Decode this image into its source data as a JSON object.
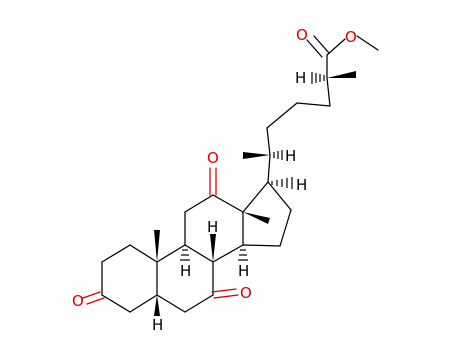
{
  "molecule": {
    "atom_labels": {
      "carbonyl_ester_o": "O",
      "ester_o": "O",
      "c2_h": "H",
      "c20_h": "H",
      "c17_h": "H",
      "c12_o": "O",
      "c8_h": "H",
      "c9_h": "H",
      "c14_h": "H",
      "c3_o": "O",
      "c7_o": "O",
      "c5_h": "H"
    },
    "colors": {
      "bond": "#000000",
      "oxygen": "#e00000",
      "hydrogen": "#000000"
    }
  }
}
